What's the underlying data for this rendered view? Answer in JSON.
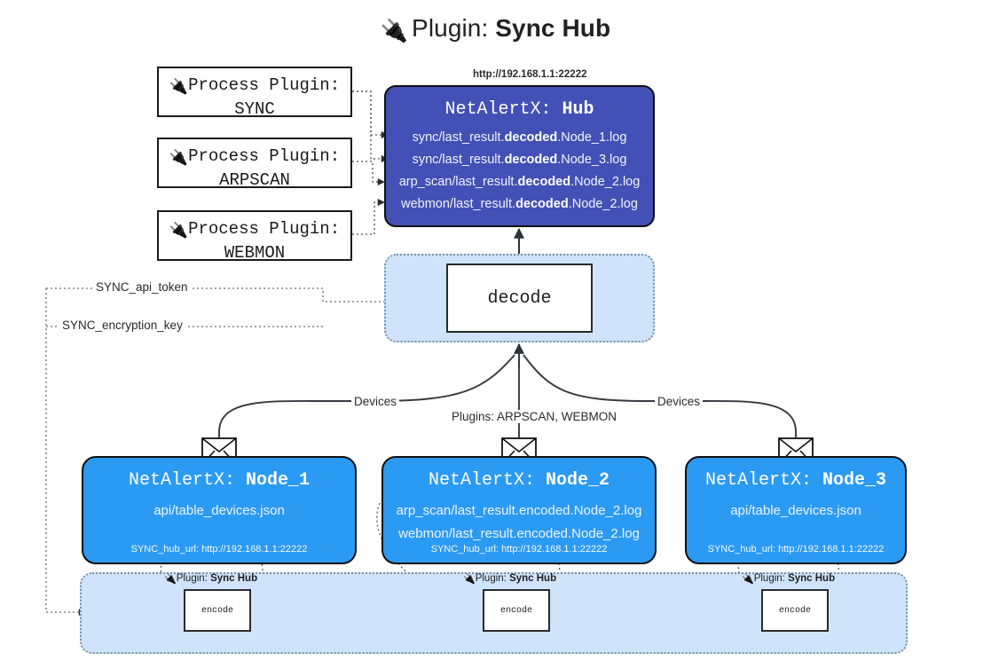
{
  "title": {
    "icon": "plug-icon",
    "prefix": "Plugin: ",
    "name": "Sync Hub"
  },
  "process_plugins": [
    {
      "icon": "plug-icon",
      "label": "Process Plugin:",
      "name": "SYNC"
    },
    {
      "icon": "plug-icon",
      "label": "Process Plugin:",
      "name": "ARPSCAN"
    },
    {
      "icon": "plug-icon",
      "label": "Process Plugin:",
      "name": "WEBMON"
    }
  ],
  "hub": {
    "url": "http://192.168.1.1:22222",
    "title_prefix": "NetAlertX: ",
    "title_name": "Hub",
    "lines": [
      {
        "pre": "sync/last_result.",
        "bold": "decoded",
        "post": ".Node_1.log"
      },
      {
        "pre": "sync/last_result.",
        "bold": "decoded",
        "post": ".Node_3.log"
      },
      {
        "pre": "arp_scan/last_result.",
        "bold": "decoded",
        "post": ".Node_2.log"
      },
      {
        "pre": "webmon/last_result.",
        "bold": "decoded",
        "post": ".Node_2.log"
      }
    ]
  },
  "decode": {
    "label": "decode"
  },
  "secrets": [
    {
      "label": "SYNC_api_token"
    },
    {
      "label": "SYNC_encryption_key"
    }
  ],
  "edge_labels": {
    "devices_left": "Devices",
    "devices_right": "Devices",
    "plugins_center": "Plugins: ARPSCAN, WEBMON"
  },
  "nodes": [
    {
      "title_prefix": "NetAlertX: ",
      "title_name": "Node_1",
      "lines": [
        "api/table_devices.json"
      ],
      "footer": "SYNC_hub_url: http://192.168.1.1:22222",
      "icon": "envelope-icon"
    },
    {
      "title_prefix": "NetAlertX: ",
      "title_name": "Node_2",
      "lines": [
        "arp_scan/last_result.encoded.Node_2.log",
        "webmon/last_result.encoded.Node_2.log"
      ],
      "footer": "SYNC_hub_url: http://192.168.1.1:22222",
      "icon": "envelope-icon"
    },
    {
      "title_prefix": "NetAlertX: ",
      "title_name": "Node_3",
      "lines": [
        "api/table_devices.json"
      ],
      "footer": "SYNC_hub_url: http://192.168.1.1:22222",
      "icon": "envelope-icon"
    }
  ],
  "encoders": [
    {
      "caption_prefix": "Plugin: ",
      "caption_name": "Sync Hub",
      "label": "encode",
      "icon": "plug-icon"
    },
    {
      "caption_prefix": "Plugin: ",
      "caption_name": "Sync Hub",
      "label": "encode",
      "icon": "plug-icon"
    },
    {
      "caption_prefix": "Plugin: ",
      "caption_name": "Sync Hub",
      "label": "encode",
      "icon": "plug-icon"
    }
  ],
  "colors": {
    "hub_fill": "#4350b5",
    "node_fill": "#2b9af3",
    "cluster_fill": "#cfe4fa",
    "edge_stroke": "#333a40",
    "box_border": "#101010"
  }
}
